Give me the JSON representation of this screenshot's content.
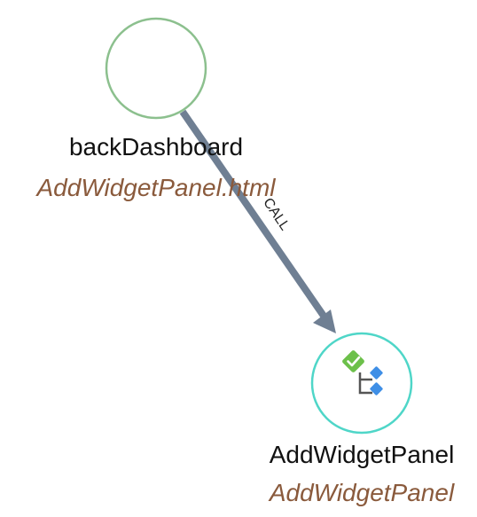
{
  "nodes": [
    {
      "id": "backDashboard",
      "name": "backDashboard",
      "file": "AddWidgetPanel.html",
      "border_color": "#8cc08e",
      "icon": ""
    },
    {
      "id": "AddWidgetPanel",
      "name": "AddWidgetPanel",
      "file": "AddWidgetPanel",
      "border_color": "#4fd6c8",
      "icon": "component-check-icon"
    }
  ],
  "edges": [
    {
      "from": "backDashboard",
      "to": "AddWidgetPanel",
      "label": "CALL",
      "color": "#6f7f93"
    }
  ],
  "colors": {
    "icon_green": "#6cc04a",
    "icon_blue": "#3f8fe6",
    "icon_bracket": "#555555"
  }
}
